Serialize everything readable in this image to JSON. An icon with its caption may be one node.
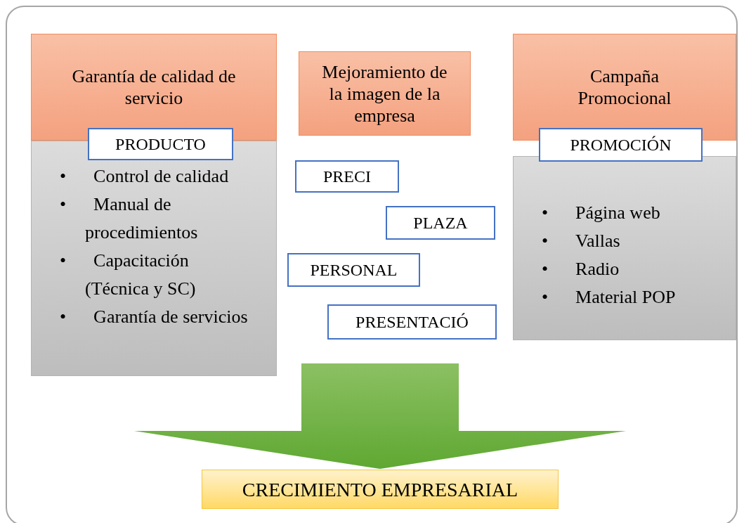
{
  "diagram": {
    "nodes": [
      {
        "text": [
          "Garantía de calidad de servicio"
        ]
      },
      {
        "text": [
          "PRODUCTO"
        ]
      },
      {
        "text": [
          "• Control de calidad",
          "• Manual de procedimientos",
          "• Capacitación (Técnica y SC)",
          "• Garantía de servicios"
        ]
      },
      {
        "text": [
          "Mejoramiento de la imagen de la empresa"
        ]
      },
      {
        "text": [
          "Campaña Promocional"
        ]
      },
      {
        "text": [
          "PROMOCIÓN"
        ]
      },
      {
        "text": [
          "• Página web",
          "• Vallas",
          "• Radio",
          "• Material POP"
        ]
      },
      {
        "text": [
          "PRECI"
        ]
      },
      {
        "text": [
          "PLAZA"
        ]
      },
      {
        "text": [
          "PERSONAL"
        ]
      },
      {
        "text": [
          "PRESENTACIÓ"
        ]
      },
      {
        "text": [
          "CRECIMIENTO EMPRESARIAL"
        ]
      }
    ],
    "edges": [
      {
        "from": null,
        "to": 11,
        "arrow": "to"
      }
    ]
  }
}
